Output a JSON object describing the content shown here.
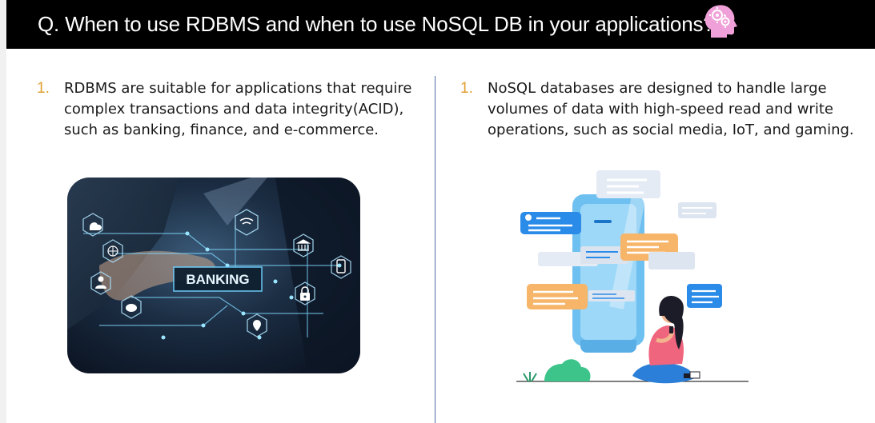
{
  "header": {
    "title": "Q. When to use RDBMS and when to use NoSQL DB in your applications?",
    "icon": "brain-gears-icon",
    "background": "#000000",
    "title_color": "#ffffff"
  },
  "left_column": {
    "item_number": "1.",
    "text": "RDBMS are suitable for applications that require complex transactions and data integrity(ACID), such as banking, finance, and e-commerce.",
    "image_label": "BANKING"
  },
  "right_column": {
    "item_number": "1.",
    "text": "NoSQL databases are designed to handle large volumes of data with high-speed read and write operations, such as social media, IoT, and gaming."
  },
  "colors": {
    "number_accent": "#e0a030",
    "divider": "#4f6fa8"
  }
}
